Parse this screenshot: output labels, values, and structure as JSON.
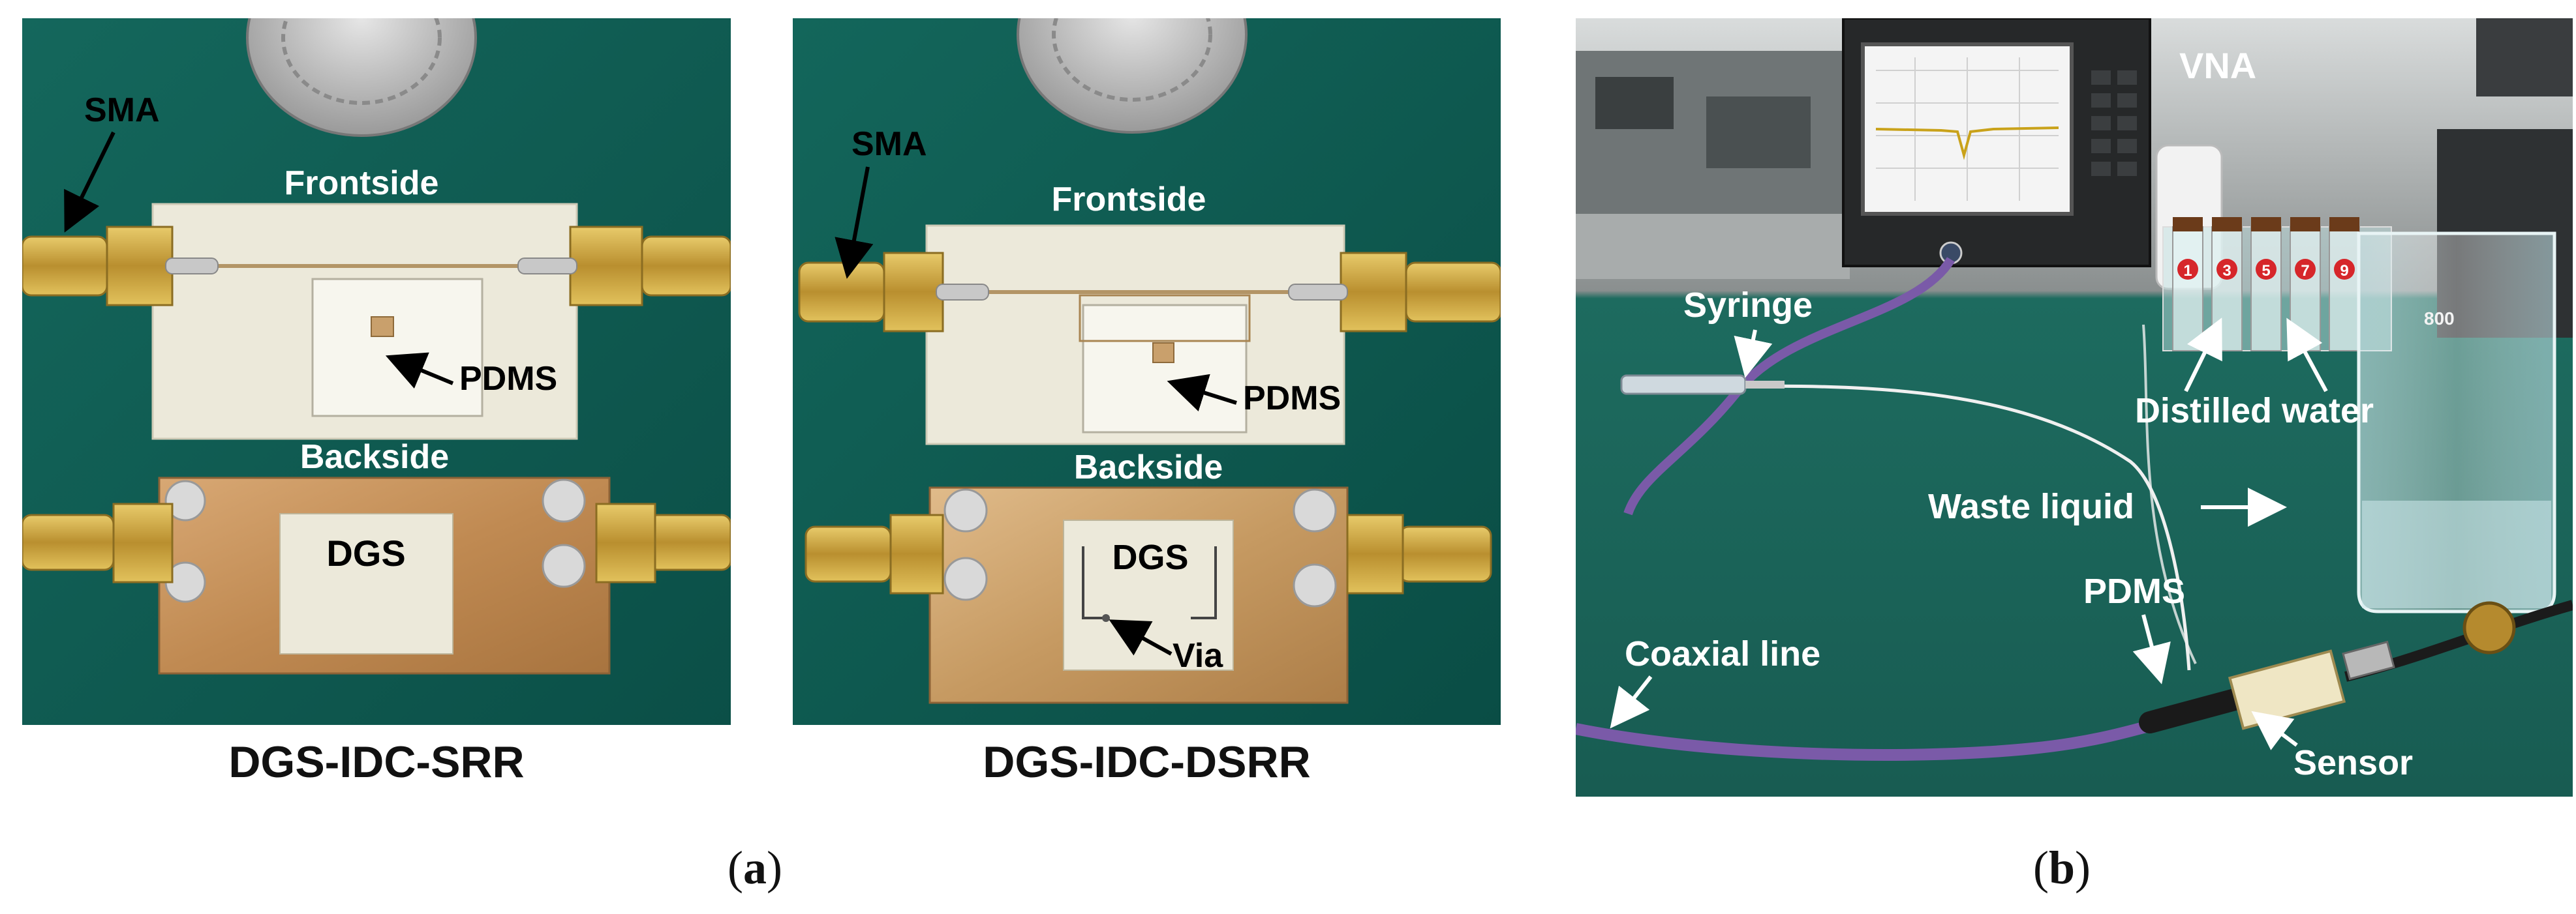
{
  "panel_a": {
    "left_photo": {
      "sma": "SMA",
      "frontside": "Frontside",
      "pdms": "PDMS",
      "backside": "Backside",
      "dgs": "DGS",
      "caption": "DGS-IDC-SRR"
    },
    "right_photo": {
      "sma": "SMA",
      "frontside": "Frontside",
      "pdms": "PDMS",
      "backside": "Backside",
      "dgs": "DGS",
      "via": "Via",
      "caption": "DGS-IDC-DSRR"
    },
    "letter": "a"
  },
  "panel_b": {
    "vna": "VNA",
    "syringe": "Syringe",
    "distilled_water": "Distilled water",
    "waste_liquid": "Waste liquid",
    "pdms": "PDMS",
    "coaxial_line": "Coaxial line",
    "sensor": "Sensor",
    "vial_numbers": [
      "1",
      "3",
      "5",
      "7",
      "9"
    ],
    "letter": "b"
  },
  "colors": {
    "table_green": "#0f5b52",
    "pcb_white": "#ece9da",
    "copper": "#c6925a",
    "sma_gold": "#c9a545",
    "lab_green": "#1f6f62"
  }
}
